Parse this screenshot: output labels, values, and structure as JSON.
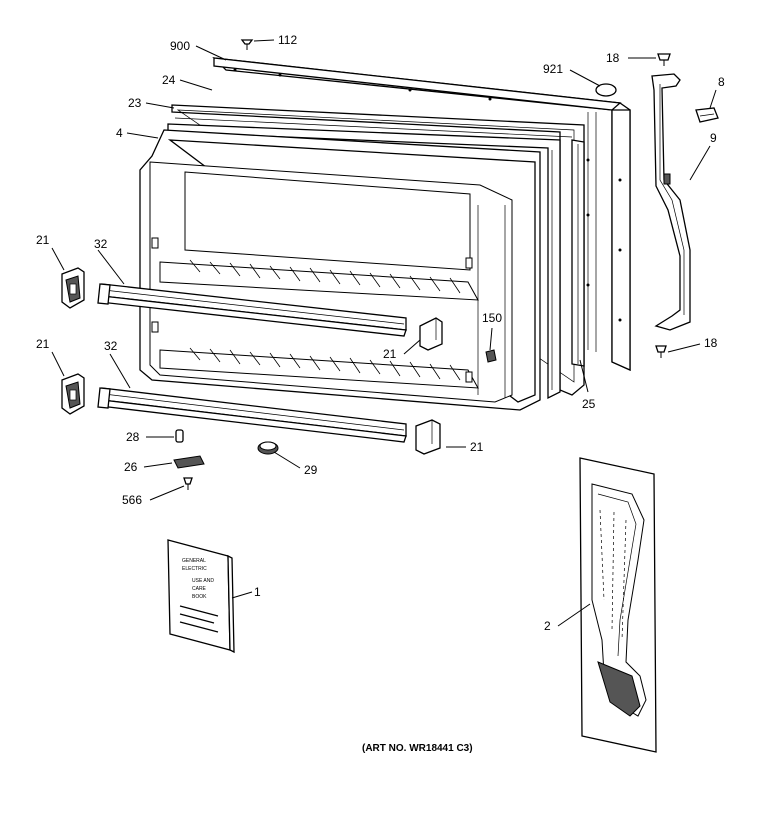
{
  "diagram": {
    "art_number": "(ART NO. WR18441 C3)",
    "booklet_text": [
      "GENERAL",
      "ELECTRIC",
      "USE AND",
      "CARE",
      "BOOK"
    ],
    "callouts": {
      "c900": "900",
      "c112": "112",
      "c24": "24",
      "c23": "23",
      "c4": "4",
      "c921": "921",
      "c18_top": "18",
      "c8": "8",
      "c9": "9",
      "c18_bottom": "18",
      "c21_left_upper": "21",
      "c32_upper": "32",
      "c21_mid": "21",
      "c150": "150",
      "c21_left_lower": "21",
      "c32_lower": "32",
      "c25": "25",
      "c28": "28",
      "c21_lower_right": "21",
      "c26": "26",
      "c29": "29",
      "c566": "566",
      "c1": "1",
      "c2": "2"
    }
  }
}
